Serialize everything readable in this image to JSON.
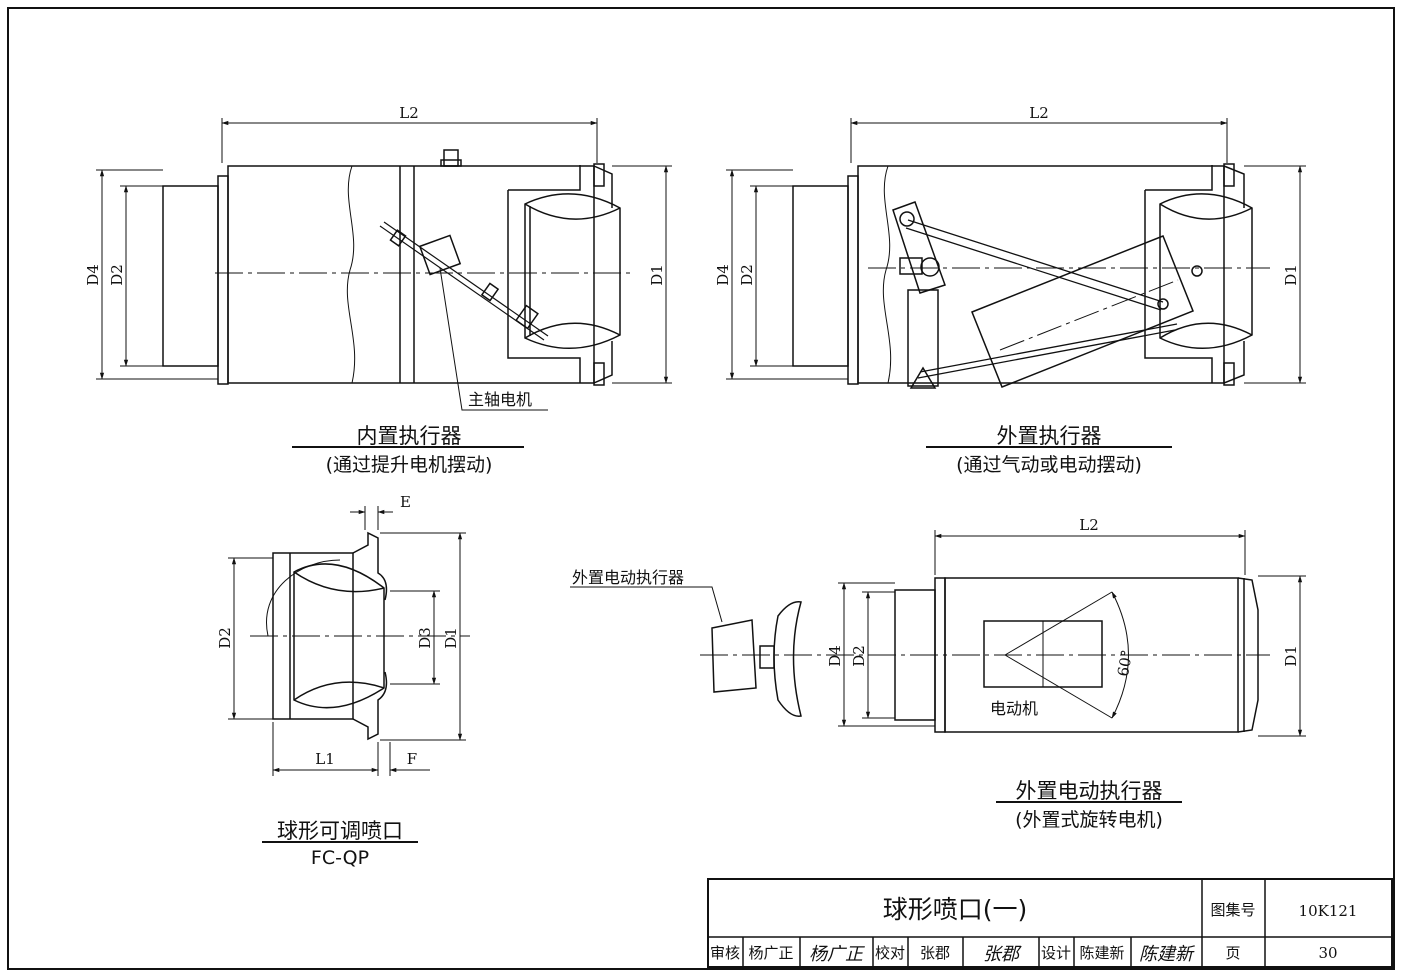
{
  "views": {
    "internal": {
      "length_label": "L2",
      "d4_label": "D4",
      "d2_label": "D2",
      "d1_label": "D1",
      "leader_label": "主轴电机",
      "caption": "内置执行器",
      "subcaption": "(通过提升电机摆动)"
    },
    "external": {
      "length_label": "L2",
      "d4_label": "D4",
      "d2_label": "D2",
      "d1_label": "D1",
      "caption": "外置执行器",
      "subcaption": "(通过气动或电动摆动)"
    },
    "nozzle": {
      "e_label": "E",
      "d2_label": "D2",
      "d3_label": "D3",
      "d1_label": "D1",
      "l1_label": "L1",
      "f_label": "F",
      "caption": "球形可调喷口",
      "model": "FC-QP"
    },
    "electric": {
      "length_label": "L2",
      "actuator_label": "外置电动执行器",
      "d4_label": "D4",
      "d2_label": "D2",
      "d1_label": "D1",
      "angle_label": "60°",
      "motor_label": "电动机",
      "caption": "外置电动执行器",
      "subcaption": "(外置式旋转电机)"
    }
  },
  "title_block": {
    "drawing_title": "球形喷口(一)",
    "atlas_label": "图集号",
    "atlas_number": "10K121",
    "page_label": "页",
    "page_number": "30",
    "review_label": "审核",
    "reviewer": "杨广正",
    "reviewer_signature": "杨广正",
    "check_label": "校对",
    "checker": "张郡",
    "checker_signature": "张郡",
    "design_label": "设计",
    "designer": "陈建新",
    "designer_signature": "陈建新"
  }
}
